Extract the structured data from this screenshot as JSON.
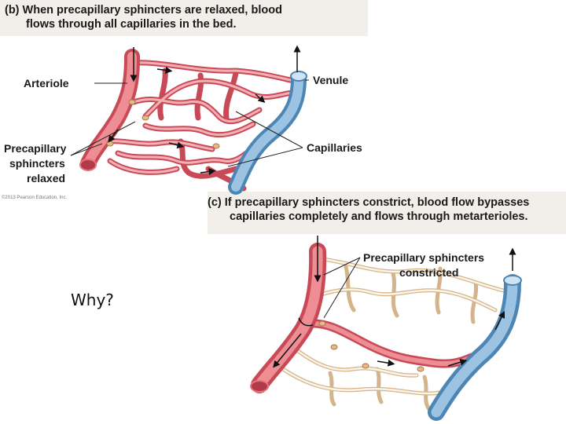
{
  "panel_b": {
    "label": "(b)",
    "caption_line1": "When precapillary sphincters are relaxed, blood",
    "caption_line2": "flows through all capillaries in the bed.",
    "labels": {
      "arteriole": "Arteriole",
      "venule": "Venule",
      "capillaries": "Capillaries",
      "sphincters_1": "Precapillary",
      "sphincters_2": "sphincters",
      "sphincters_3": "relaxed"
    },
    "copyright": "©2013 Pearson Education, Inc."
  },
  "panel_c": {
    "label": "(c)",
    "caption_line1": "If precapillary sphincters constrict, blood flow bypasses",
    "caption_line2": "capillaries completely and flows through metarterioles.",
    "labels": {
      "sphincters_1": "Precapillary sphincters",
      "sphincters_2": "constricted"
    }
  },
  "question": "Why?",
  "colors": {
    "artery": "#e8737c",
    "artery_dark": "#c94a57",
    "vein": "#7fb0d6",
    "vein_dark": "#4d86b5",
    "capillary_relaxed": "#ea8b92",
    "capillary_constricted": "#e6d3b4",
    "caption_bg": "#f2eeea"
  }
}
